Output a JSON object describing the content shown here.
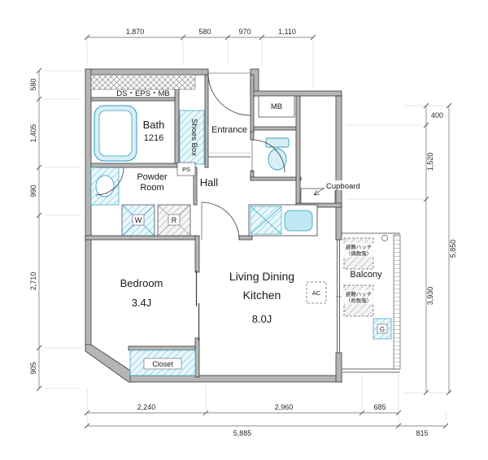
{
  "labels": {
    "ds_eps_mb": "DS・EPS・MB",
    "bath": "Bath",
    "bath_size": "1216",
    "shoes_box": "Shoes Box",
    "entrance": "Entrance",
    "mb": "MB",
    "ps": "PS",
    "powder_1": "Powder",
    "powder_2": "Room",
    "hall": "Hall",
    "cupboard": "Cupboard",
    "washer": "W",
    "fridge": "R",
    "bedroom": "Bedroom",
    "bedroom_size": "3.4J",
    "ldk_1": "Living Dining",
    "ldk_2": "Kitchen",
    "ldk_size": "8.0J",
    "balcony": "Balcony",
    "hatch_top_1": "避難ハッチ",
    "hatch_top_2": "（偶数階）",
    "hatch_bottom_1": "避難ハッチ",
    "hatch_bottom_2": "（奇数階）",
    "ac": "AC",
    "gas": "G",
    "closet": "Closet"
  },
  "dimensions": {
    "top": [
      "1,870",
      "580",
      "970",
      "1,110"
    ],
    "left": [
      "580",
      "1,405",
      "990",
      "2,710",
      "905"
    ],
    "right": [
      "400",
      "1,520",
      "3,930"
    ],
    "right_total": "5,850",
    "bottom": [
      "2,240",
      "2,960",
      "685"
    ],
    "bottom_total": "5,885",
    "balcony_width": "815"
  },
  "colors": {
    "wall_gray": "#b5b5b5",
    "line_dark": "#3a3a3a",
    "fixture_blue_stroke": "#2e9dbf",
    "fixture_blue_fill": "#d8eff7",
    "hatch_blue": "#8fd6e8",
    "dim_text": "#2a2a2a"
  }
}
